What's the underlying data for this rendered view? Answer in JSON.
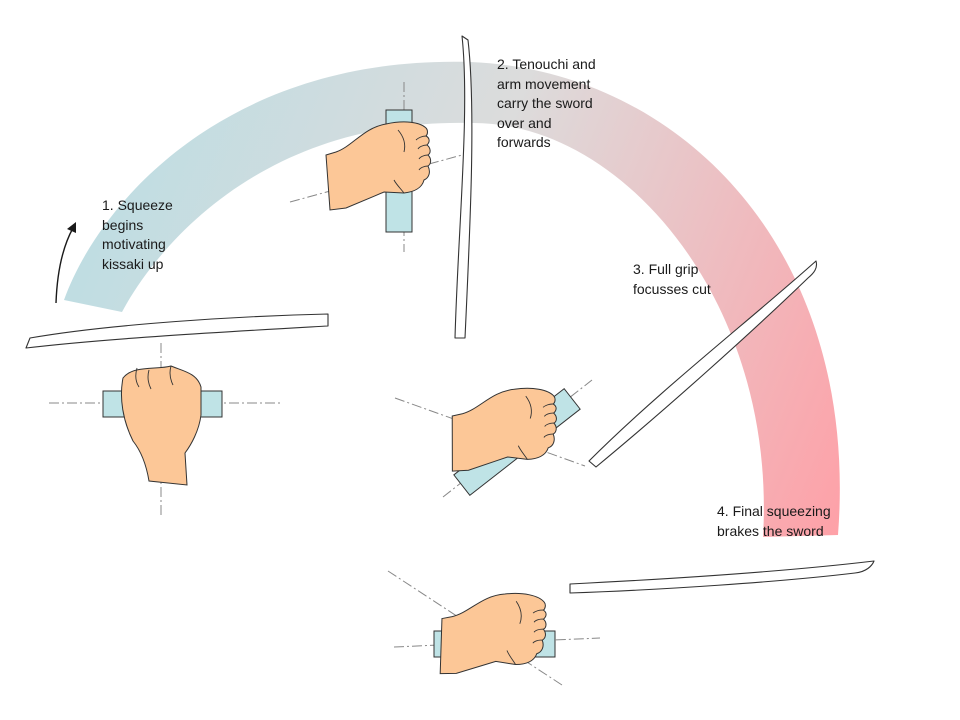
{
  "steps": [
    {
      "id": 1,
      "lines": [
        "1. Squeeze",
        "begins",
        "motivating",
        "kissaki up"
      ]
    },
    {
      "id": 2,
      "lines": [
        "2. Tenouchi and",
        "arm movement",
        "carry the sword",
        "over and",
        "forwards"
      ]
    },
    {
      "id": 3,
      "lines": [
        "3. Full grip",
        "focusses cut"
      ]
    },
    {
      "id": 4,
      "lines": [
        "4. Final squeezing",
        "brakes the sword"
      ]
    }
  ],
  "colors": {
    "arc_start": "#bcdde3",
    "arc_mid": "#dcdcdc",
    "arc_end": "#ff9fa6",
    "hand_fill": "#fcc797",
    "grip_fill": "#bfe3e6",
    "outline": "#333333",
    "axis_line": "#888888"
  },
  "icons": [
    "hand-fist-icon",
    "sword-blade-icon",
    "curved-arrow-icon"
  ]
}
